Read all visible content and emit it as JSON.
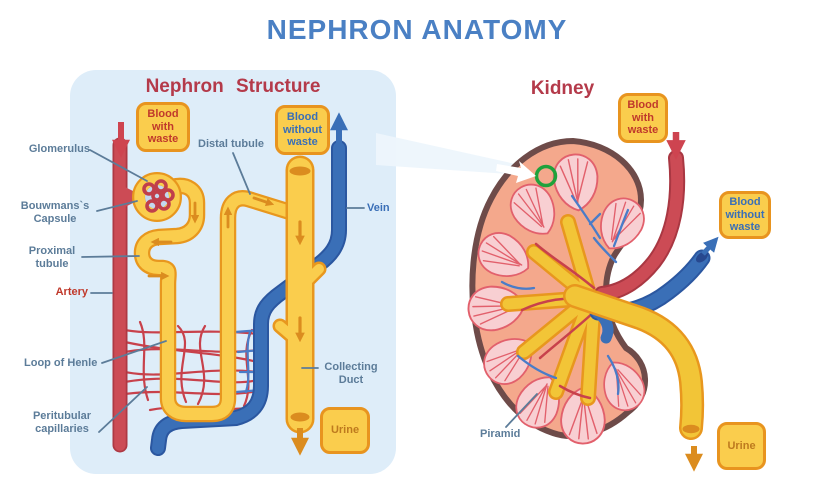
{
  "title": "NEPHRON ANATOMY",
  "left_panel": {
    "title": "Nephron Structure",
    "boxes": {
      "blood_with_waste": {
        "l1": "Blood",
        "l2": "with",
        "l3": "waste"
      },
      "blood_without_waste": {
        "l1": "Blood",
        "l2": "without",
        "l3": "waste"
      },
      "urine": "Urine"
    },
    "labels": {
      "glomerulus": "Glomerulus",
      "bouwmans_l1": "Bouwmans`s",
      "bouwmans_l2": "Capsule",
      "proximal_l1": "Proximal",
      "proximal_l2": "tubule",
      "artery": "Artery",
      "loop_of_henle": "Loop of Henle",
      "peritubular_l1": "Peritubular",
      "peritubular_l2": "capillaries",
      "distal_tubule": "Distal tubule",
      "vein": "Vein",
      "collecting_l1": "Collecting",
      "collecting_l2": "Duct"
    }
  },
  "right_panel": {
    "title": "Kidney",
    "boxes": {
      "blood_with_waste": {
        "l1": "Blood",
        "l2": "with",
        "l3": "waste"
      },
      "blood_without_waste": {
        "l1": "Blood",
        "l2": "without",
        "l3": "waste"
      },
      "urine": "Urine"
    },
    "labels": {
      "piramid": "Piramid"
    }
  },
  "colors": {
    "title_blue": "#4A80C4",
    "heading_red": "#B43A4A",
    "label_slate": "#5C7C99",
    "artery_red": "#C8505B",
    "vein_blue": "#3A6FB7",
    "tube_yellow": "#FACD4D",
    "tube_outline_orange": "#E8971E",
    "box_yellow": "#FACD4D",
    "box_border_orange": "#E8941F",
    "box_text_red": "#C0392B",
    "box_text_blue": "#3A6FB7",
    "urine_text_orange": "#BE7A1E",
    "panel_light_blue": "#DEEDF9",
    "kidney_outline_brown": "#6E4B49",
    "kidney_cortex_salmon": "#F4A88C",
    "pyramid_pink": "#F8CFD2",
    "pyramid_outline": "#E2606C",
    "pelvis_yellow": "#F2C537",
    "green_marker": "#1FA23C"
  }
}
